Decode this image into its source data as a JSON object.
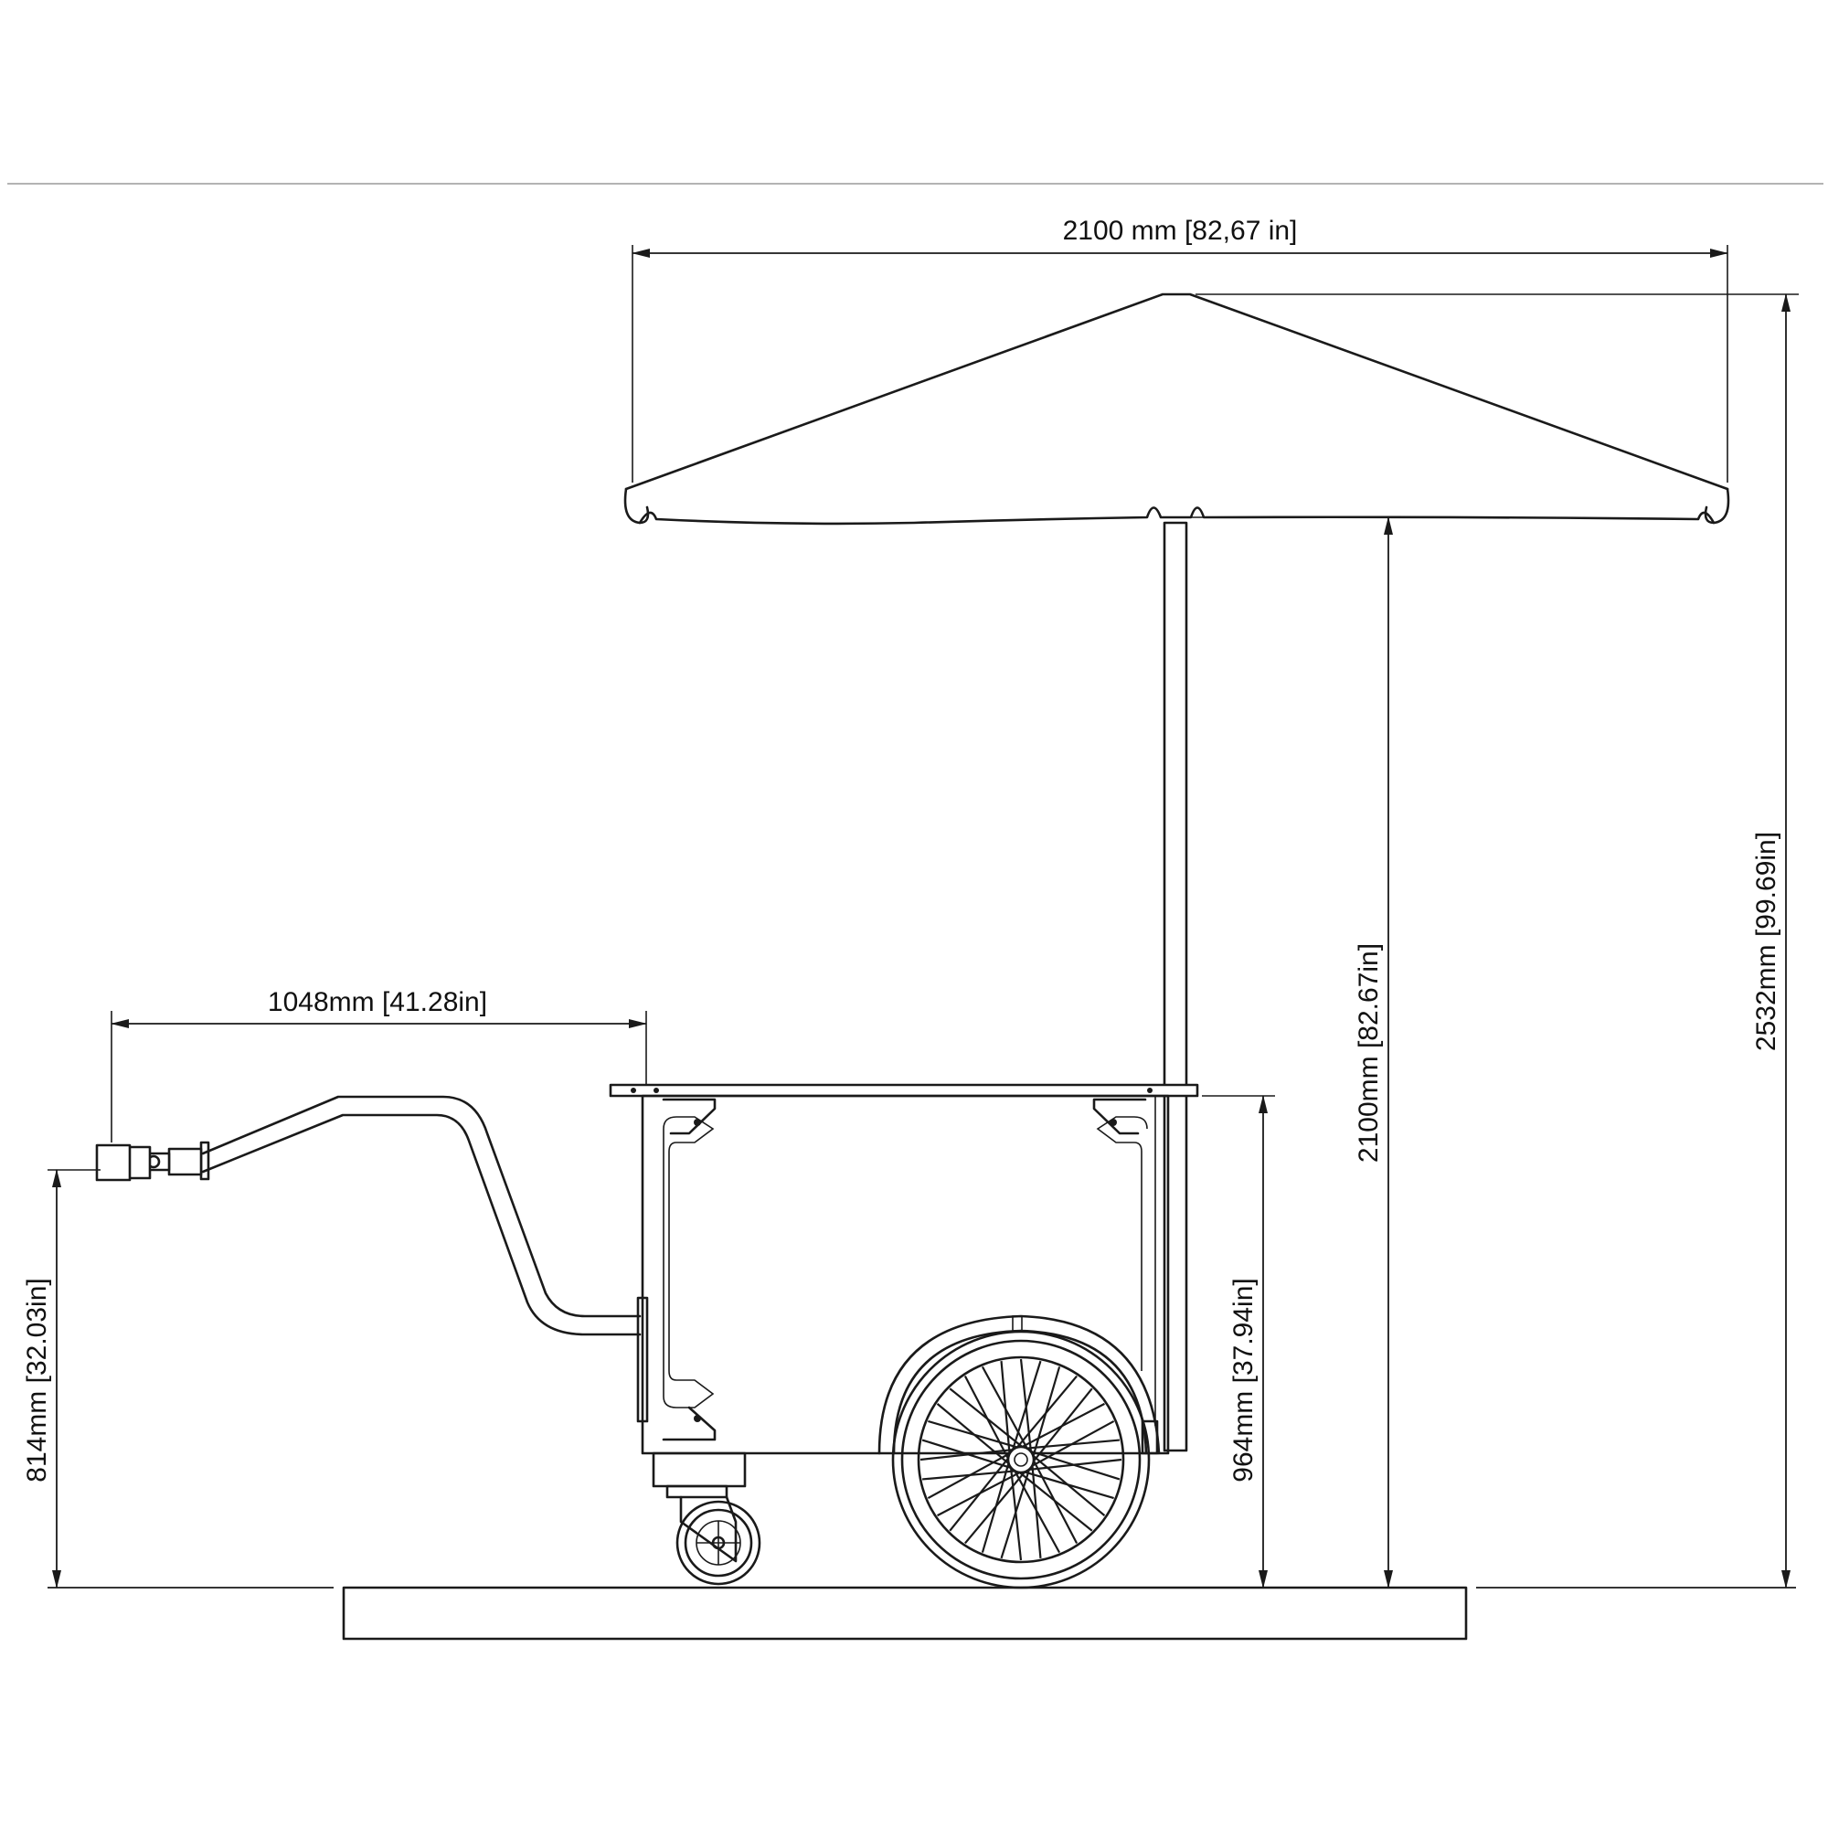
{
  "drawing": {
    "subject": "mobile cart with umbrella, side elevation",
    "dimensions": {
      "umbrella_width": "2100 mm [82,67 in]",
      "handle_reach": "1048mm [41.28in]",
      "handle_height": "814mm [32.03in]",
      "counter_height": "964mm [37.94in]",
      "umbrella_clearance": "2100mm [82.67in]",
      "overall_height": "2532mm [99.69in]"
    },
    "line_color": "#1a1a1a",
    "background": "#ffffff"
  }
}
